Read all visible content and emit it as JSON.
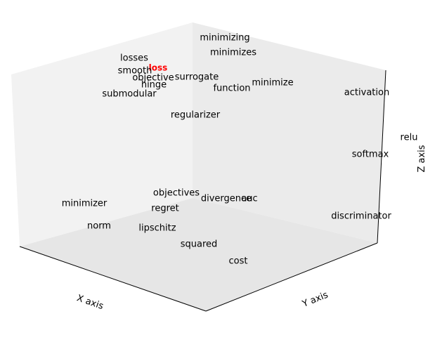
{
  "chart_data": {
    "type": "scatter",
    "projection": "3d",
    "xlabel": "X axis",
    "ylabel": "Y axis",
    "zlabel": "Z axis",
    "grid": false,
    "colors": {
      "default": "#000000",
      "highlight": "#ff0000",
      "pane": "#f2f2f2",
      "edge": "#000000"
    },
    "points": [
      {
        "label": "loss",
        "highlight": true
      },
      {
        "label": "minimizing"
      },
      {
        "label": "minimizes"
      },
      {
        "label": "losses"
      },
      {
        "label": "smooth"
      },
      {
        "label": "objective"
      },
      {
        "label": "surrogate"
      },
      {
        "label": "hinge"
      },
      {
        "label": "function"
      },
      {
        "label": "minimize"
      },
      {
        "label": "submodular"
      },
      {
        "label": "activation"
      },
      {
        "label": "regularizer"
      },
      {
        "label": "relu"
      },
      {
        "label": "softmax"
      },
      {
        "label": "objectives"
      },
      {
        "label": "minimizer"
      },
      {
        "label": "divergence"
      },
      {
        "label": "auc"
      },
      {
        "label": "regret"
      },
      {
        "label": "discriminator"
      },
      {
        "label": "norm"
      },
      {
        "label": "lipschitz"
      },
      {
        "label": "squared"
      },
      {
        "label": "cost"
      }
    ]
  }
}
